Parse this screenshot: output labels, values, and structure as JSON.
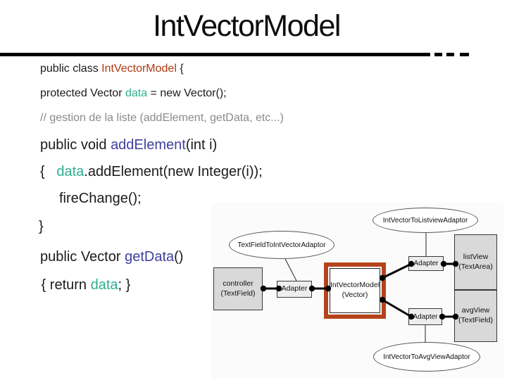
{
  "slide": {
    "title": "IntVectorModel"
  },
  "code": {
    "lines": [
      {
        "segments": [
          {
            "t": "public class ",
            "c": "k"
          },
          {
            "t": "IntVectorModel",
            "c": "cls"
          },
          {
            "t": " {",
            "c": "k"
          }
        ]
      },
      {
        "segments": [
          {
            "t": "protected Vector ",
            "c": "k"
          },
          {
            "t": "data",
            "c": "field"
          },
          {
            "t": " = new Vector();",
            "c": "k"
          }
        ]
      },
      {
        "segments": [
          {
            "t": "// gestion de la liste (addElement, getData, etc...)",
            "c": "comment"
          }
        ]
      },
      {
        "segments": [
          {
            "t": "public void ",
            "c": "k"
          },
          {
            "t": "addElement",
            "c": "method"
          },
          {
            "t": "(int i)",
            "c": "k"
          }
        ]
      },
      {
        "segments": [
          {
            "t": "{   ",
            "c": "k"
          },
          {
            "t": "data",
            "c": "field"
          },
          {
            "t": ".addElement(new Integer(i));",
            "c": "k"
          }
        ]
      },
      {
        "segments": [
          {
            "t": "fireChange();",
            "c": "k"
          }
        ]
      },
      {
        "segments": [
          {
            "t": "}",
            "c": "k"
          }
        ]
      },
      {
        "segments": [
          {
            "t": "public Vector ",
            "c": "k"
          },
          {
            "t": "getData",
            "c": "method"
          },
          {
            "t": "()",
            "c": "k"
          }
        ]
      },
      {
        "segments": [
          {
            "t": " { return ",
            "c": "k"
          },
          {
            "t": "data",
            "c": "field"
          },
          {
            "t": "; }",
            "c": "k"
          }
        ]
      }
    ],
    "colors": {
      "class_name": "#ad3911",
      "field": "#2fae8f",
      "method": "#3f3f9e",
      "comment": "#8a8a8a",
      "plain": "#1a1a1a"
    }
  },
  "diagram": {
    "ellipses": {
      "top": "IntVectorToListviewAdaptor",
      "left": "TextFieldToIntVectorAdaptor",
      "bottom": "IntVectorToAvgViewAdaptor"
    },
    "nodes": {
      "controller": {
        "line1": "controller",
        "line2": "(TextField)"
      },
      "adapter_left": {
        "label": "Adapter"
      },
      "adapter_top": {
        "label": "Adapter"
      },
      "adapter_bottom": {
        "label": "Adapter"
      },
      "model": {
        "line1": "IntVectorModel",
        "line2": "(Vector)"
      },
      "list_view": {
        "line1": "listView",
        "line2": "(TextArea)"
      },
      "avg_view": {
        "line1": "avgView",
        "line2": "(TextField)"
      }
    },
    "colors": {
      "model_border": "#b5431c",
      "node_fill": "#d9d9d9",
      "adapter_fill": "#ededed"
    }
  }
}
